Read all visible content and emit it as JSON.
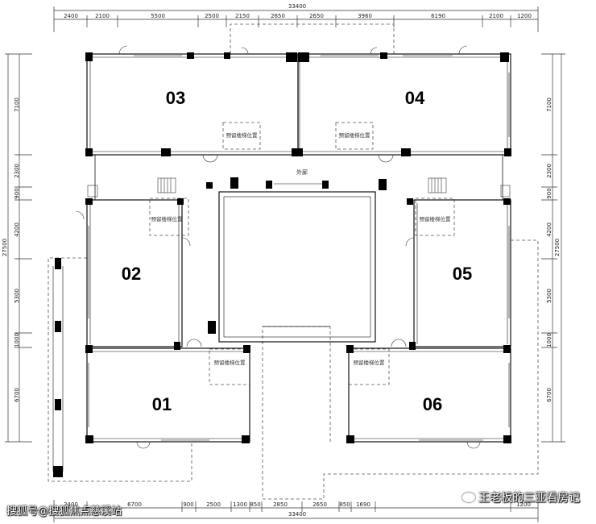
{
  "dimensions": {
    "total_top": "33400",
    "total_bottom": "33400",
    "total_left": "27500",
    "total_right": "27500",
    "top": [
      "2400",
      "2100",
      "5500",
      "2500",
      "2150",
      "2650",
      "2650",
      "3960",
      "6190",
      "2100",
      "1200"
    ],
    "bottom": [
      "2400",
      "6700",
      "900",
      "2500",
      "1300",
      "850",
      "2850",
      "2650",
      "850",
      "1690",
      "1200"
    ],
    "left": [
      "7100",
      "2300",
      "900",
      "4200",
      "5300",
      "1000",
      "6700"
    ],
    "right": [
      "7100",
      "2300",
      "900",
      "4200",
      "5300",
      "1000",
      "6700"
    ]
  },
  "units": [
    "03",
    "04",
    "02",
    "05",
    "01",
    "06"
  ],
  "stair_label": "预留楼梯位置",
  "corridor_label": "外廊",
  "watermark_left": "搜狐号@搜狐焦点慈溪站",
  "watermark_right": "王老板的三亚看房记"
}
